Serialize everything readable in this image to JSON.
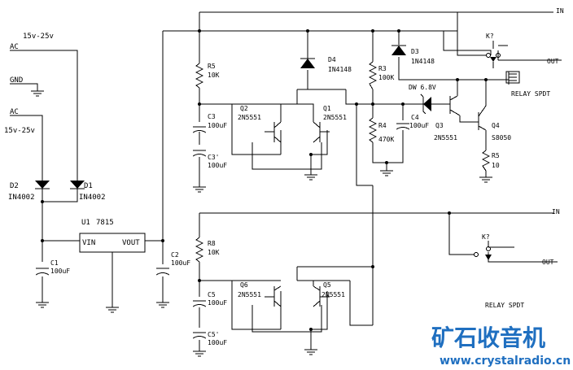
{
  "supply": {
    "ac_top": "AC",
    "ac_bottom": "AC",
    "voltage_top": "15v-25v",
    "voltage_bottom": "15v-25v",
    "gnd": "GND"
  },
  "diodes": {
    "d1_ref": "D1",
    "d1_part": "IN4002",
    "d2_ref": "D2",
    "d2_part": "IN4002",
    "d3_ref": "D3",
    "d3_part": "1N4148",
    "d4_ref": "D4",
    "d4_part": "IN4148",
    "dw_label": "DW 6.8V"
  },
  "regulator": {
    "ref": "U1",
    "part": "7815",
    "vin": "VIN",
    "vout": "VOUT"
  },
  "capacitors": {
    "c1_ref": "C1",
    "c1_val": "100uF",
    "c2_ref": "C2",
    "c2_val": "100uF",
    "c3_ref": "C3",
    "c3_val": "100uF",
    "c3p_ref": "C3'",
    "c3p_val": "100uF",
    "c4_ref": "C4",
    "c4_val": "100uF",
    "c5_ref": "C5",
    "c5_val": "100uF",
    "c5p_ref": "C5'",
    "c5p_val": "100uF"
  },
  "resistors": {
    "r3_ref": "R3",
    "r3_val": "100K",
    "r4_ref": "R4",
    "r4_val": "470K",
    "r5a_ref": "R5",
    "r5a_val": "10K",
    "r5b_ref": "R5",
    "r5b_val": "10",
    "r8_ref": "R8",
    "r8_val": "10K"
  },
  "transistors": {
    "q1_ref": "Q1",
    "q1_part": "2N5551",
    "q2_ref": "Q2",
    "q2_part": "2N5551",
    "q3_ref": "Q3",
    "q3_part": "2N5551",
    "q4_ref": "Q4",
    "q4_part": "S8050",
    "q5_ref": "Q5",
    "q5_part": "2N5551",
    "q6_ref": "Q6",
    "q6_part": "2N5551"
  },
  "relays": {
    "k_top": "K?",
    "k_bottom": "K?",
    "in_top": "IN",
    "out_top": "OUT",
    "in_bottom": "IN",
    "out_bottom": "OUT",
    "spdt_top": "RELAY SPDT",
    "spdt_bottom": "RELAY SPDT"
  },
  "watermark": {
    "cn": "矿石收音机",
    "url": "www.crystalradio.cn"
  },
  "colors": {
    "line": "#000000",
    "watermark": "#1f6fc0",
    "background": "#ffffff"
  }
}
